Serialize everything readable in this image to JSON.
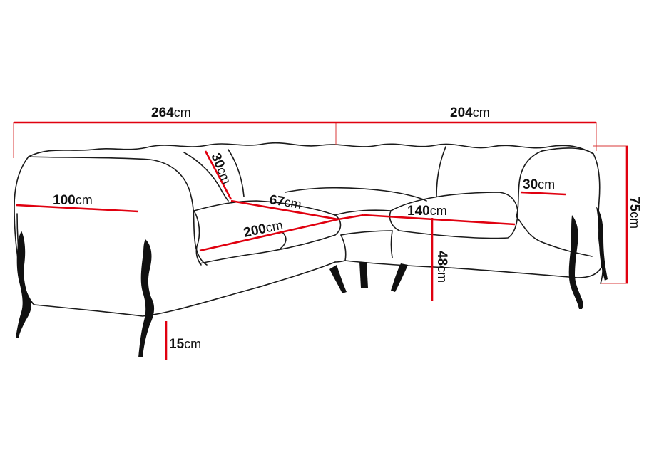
{
  "unit": "cm",
  "dimensions": {
    "left_total_width": {
      "value": "264",
      "unit": "cm"
    },
    "right_total_width": {
      "value": "204",
      "unit": "cm"
    },
    "left_backrest_depth": {
      "value": "30",
      "unit": "cm"
    },
    "left_arm_depth": {
      "value": "100",
      "unit": "cm"
    },
    "corner_seat": {
      "value": "67",
      "unit": "cm"
    },
    "left_seat_width": {
      "value": "200",
      "unit": "cm"
    },
    "right_seat_width": {
      "value": "140",
      "unit": "cm"
    },
    "right_arm_width": {
      "value": "30",
      "unit": "cm"
    },
    "total_height": {
      "value": "75",
      "unit": "cm"
    },
    "seat_height": {
      "value": "48",
      "unit": "cm"
    },
    "leg_height": {
      "value": "15",
      "unit": "cm"
    }
  },
  "colors": {
    "dimension_line": "#e0000f",
    "outline": "#1a1a1a",
    "legs": "#111111"
  }
}
